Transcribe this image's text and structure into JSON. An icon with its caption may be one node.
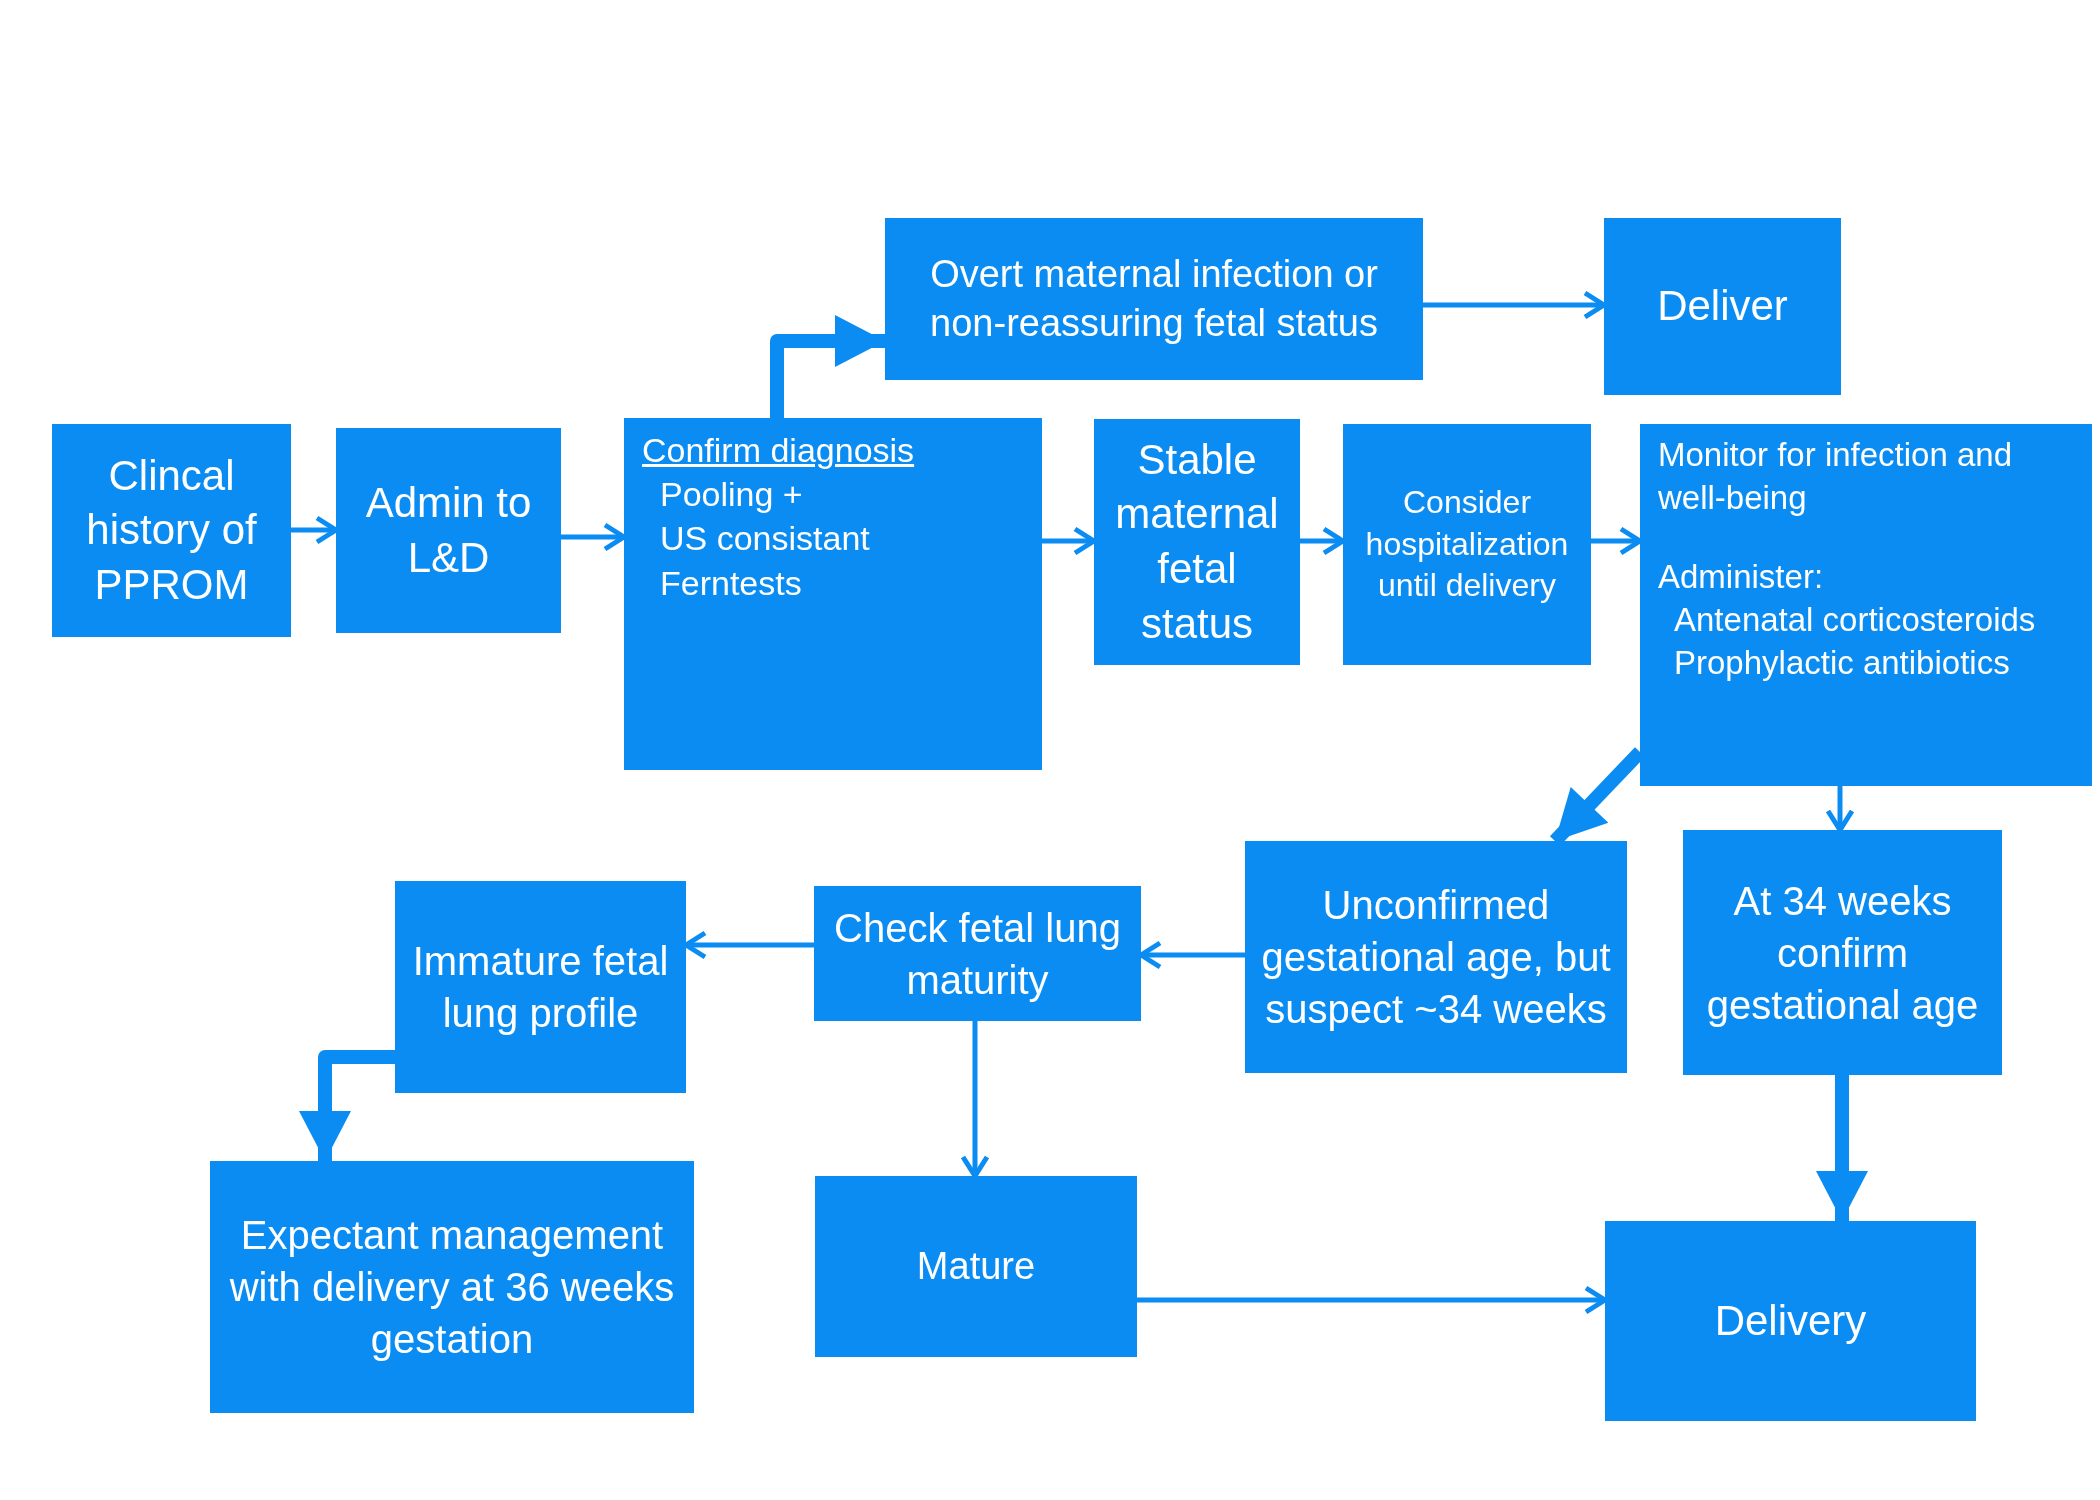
{
  "diagram": {
    "nodes": [
      {
        "text": [
          "Clincal history of PPROM"
        ]
      },
      {
        "text": [
          "Admin to L&D"
        ]
      },
      {
        "text": [
          "Confirm diagnosis",
          "Pooling +",
          "US consistant",
          "Ferntests"
        ]
      },
      {
        "text": [
          "Overt maternal infection or non-reassuring fetal status"
        ]
      },
      {
        "text": [
          "Deliver"
        ]
      },
      {
        "text": [
          "Stable maternal fetal status"
        ]
      },
      {
        "text": [
          "Consider hospitalization until delivery"
        ]
      },
      {
        "text": [
          "Monitor for infection and well-being",
          "Administer:",
          "Antenatal corticosteroids",
          "Prophylactic antibiotics"
        ]
      },
      {
        "text": [
          "Unconfirmed gestational age, but suspect ~34 weeks"
        ]
      },
      {
        "text": [
          "At 34 weeks confirm gestational age"
        ]
      },
      {
        "text": [
          "Check fetal lung maturity"
        ]
      },
      {
        "text": [
          "Immature fetal lung profile"
        ]
      },
      {
        "text": [
          "Expectant management with delivery at 36 weeks gestation"
        ]
      },
      {
        "text": [
          "Mature"
        ]
      },
      {
        "text": [
          "Delivery"
        ]
      }
    ],
    "edges": [
      {
        "from": 0,
        "to": 1,
        "arrow": "to"
      },
      {
        "from": 1,
        "to": 2,
        "arrow": "to"
      },
      {
        "from": 2,
        "to": 5,
        "arrow": "to"
      },
      {
        "from": 5,
        "to": 6,
        "arrow": "to"
      },
      {
        "from": 6,
        "to": 7,
        "arrow": "to"
      },
      {
        "from": 2,
        "to": 3,
        "arrow": "to",
        "style": "thick"
      },
      {
        "from": 3,
        "to": 4,
        "arrow": "to"
      },
      {
        "from": 7,
        "to": 8,
        "arrow": "to",
        "style": "thick"
      },
      {
        "from": 7,
        "to": 9,
        "arrow": "to"
      },
      {
        "from": 8,
        "to": 10,
        "arrow": "to"
      },
      {
        "from": 10,
        "to": 11,
        "arrow": "to"
      },
      {
        "from": 11,
        "to": 12,
        "arrow": "to",
        "style": "thick"
      },
      {
        "from": 10,
        "to": 13,
        "arrow": "to"
      },
      {
        "from": 9,
        "to": 14,
        "arrow": "to",
        "style": "thick"
      },
      {
        "from": 13,
        "to": 14,
        "arrow": "to"
      }
    ]
  }
}
